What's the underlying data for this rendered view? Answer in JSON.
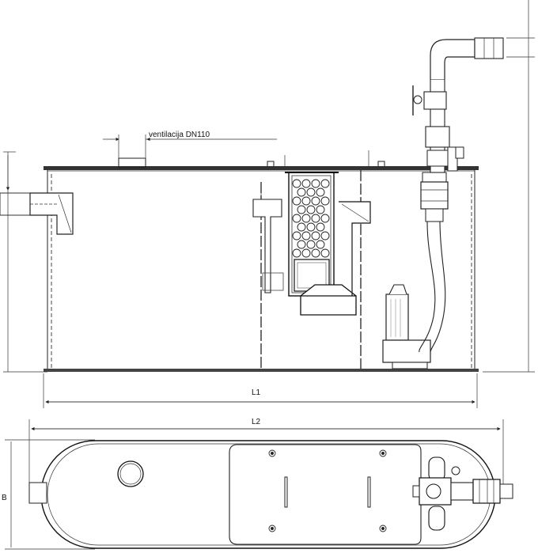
{
  "labels": {
    "ventilation": "ventilacija DN110",
    "length_inner": "L1",
    "length_outer": "L2",
    "width": "B"
  }
}
